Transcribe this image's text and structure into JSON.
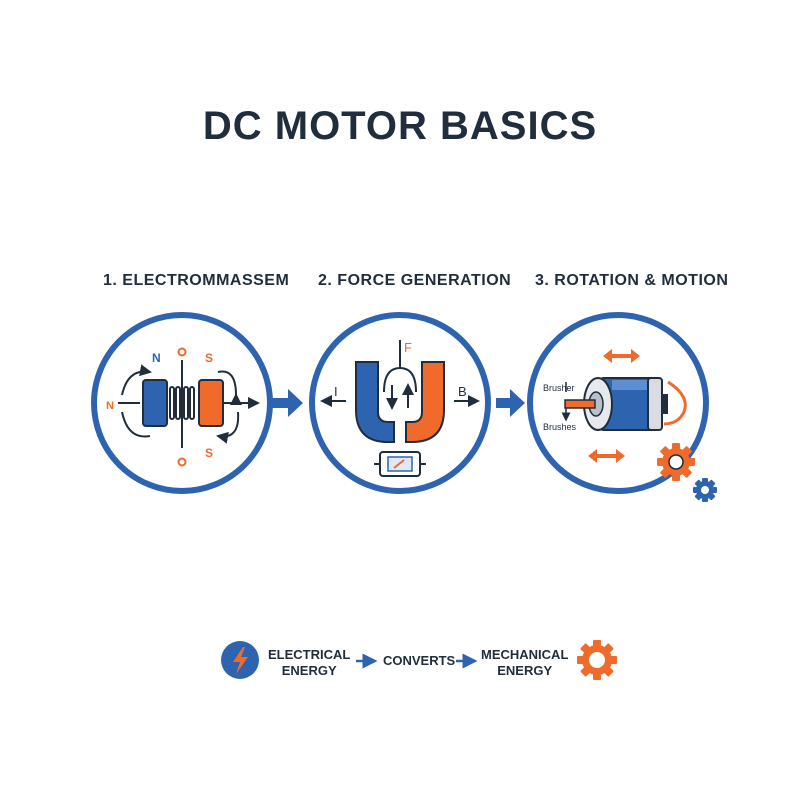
{
  "title": "DC MOTOR BASICS",
  "steps": [
    {
      "label": "1. ELECTROMMASSEM"
    },
    {
      "label": "2. FORCE GENERATION"
    },
    {
      "label": "3. ROTATION & MOTION"
    }
  ],
  "step1": {
    "north": "N",
    "north_left": "N",
    "south_top": "S",
    "south_bottom": "S"
  },
  "step2": {
    "force": "F",
    "current": "I",
    "field": "B"
  },
  "step3": {
    "brush_top": "Brusher",
    "brush_bottom": "Brushes"
  },
  "footer": {
    "electrical_line1": "ELECTRICAL",
    "electrical_line2": "ENERGY",
    "converts": "CONVERTS",
    "mechanical_line1": "MECHANICAL",
    "mechanical_line2": "ENERGY"
  },
  "colors": {
    "blue": "#2e63b0",
    "orange": "#f06a2b",
    "navy": "#1f2d3d"
  },
  "icons": [
    "lightning-icon",
    "gear-icon",
    "motor-icon",
    "arrow-right-icon"
  ]
}
